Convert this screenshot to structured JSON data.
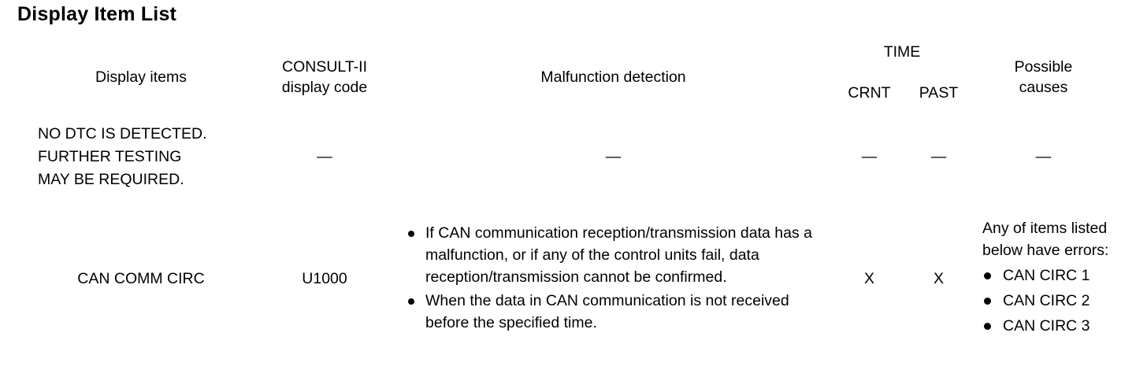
{
  "title": "Display Item List",
  "table": {
    "headers": {
      "display_items": "Display items",
      "consult_code_line1": "CONSULT-II",
      "consult_code_line2": "display code",
      "malfunction_detection": "Malfunction detection",
      "time": "TIME",
      "time_crnt": "CRNT",
      "time_past": "PAST",
      "possible_causes_line1": "Possible",
      "possible_causes_line2": "causes"
    },
    "rows": [
      {
        "display_item_lines": [
          "NO DTC IS DETECTED.",
          "FURTHER TESTING",
          "MAY BE REQUIRED."
        ],
        "consult_code": "—",
        "detection_lines": [],
        "detection_dash": "—",
        "crnt": "—",
        "past": "—",
        "causes_lead": "",
        "causes_items": [],
        "causes_dash": "—"
      },
      {
        "display_item_lines": [
          "CAN COMM CIRC"
        ],
        "consult_code": "U1000",
        "detection_lines": [
          "If CAN communication reception/transmission data has a malfunction, or if any of the control units fail, data reception/transmission cannot be confirmed.",
          "When the data in CAN communication is not received before the specified time."
        ],
        "detection_dash": "",
        "crnt": "X",
        "past": "X",
        "causes_lead": "Any of items listed below have errors:",
        "causes_items": [
          "CAN CIRC 1",
          "CAN CIRC 2",
          "CAN CIRC 3"
        ],
        "causes_dash": ""
      }
    ]
  },
  "colors": {
    "text": "#000000",
    "rule": "#000000",
    "background": "#ffffff"
  }
}
